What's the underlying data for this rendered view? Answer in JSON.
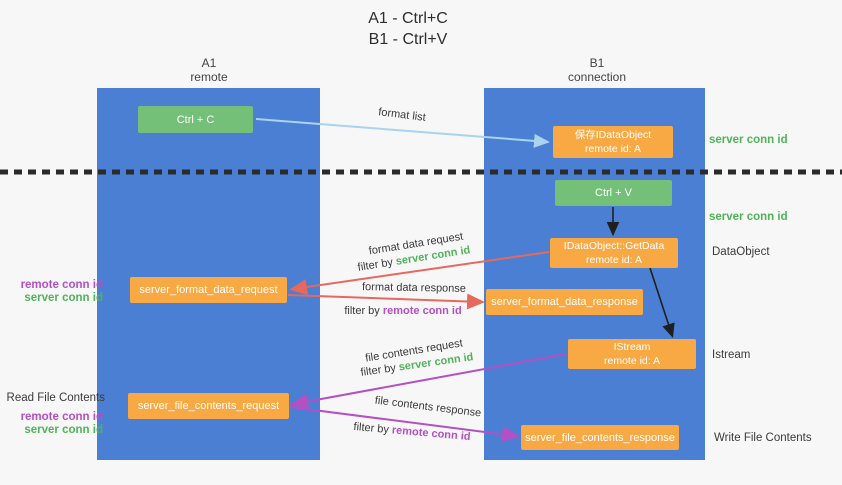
{
  "title": {
    "line1": "A1 - Ctrl+C",
    "line2": "B1 - Ctrl+V"
  },
  "columns": {
    "a1": {
      "name": "A1",
      "subtitle": "remote"
    },
    "b1": {
      "name": "B1",
      "subtitle": "connection"
    }
  },
  "boxes": {
    "ctrl_c": "Ctrl + C",
    "ctrl_v": "Ctrl + V",
    "save_idataobject": {
      "line1": "保存IDataObject",
      "line2": "remote id: A"
    },
    "getdata": {
      "line1": "IDataObject::GetData",
      "line2": "remote id: A"
    },
    "istream": {
      "line1": "IStream",
      "line2": "remote id: A"
    },
    "format_request": "server_format_data_request",
    "format_response": "server_format_data_response",
    "file_request": "server_file_contents_request",
    "file_response": "server_file_contents_response"
  },
  "arrow_labels": {
    "format_list": "format list",
    "format_data_request": "format data request",
    "format_data_response": "format data response",
    "file_contents_request": "file contents request",
    "file_contents_response": "file contents response",
    "filter_by": "filter by ",
    "server_conn_id": "server conn id",
    "remote_conn_id": "remote conn id"
  },
  "side_labels": {
    "server_conn_id_top": "server conn id",
    "server_conn_id_mid": "server conn id",
    "dataobject": "DataObject",
    "istream": "Istream",
    "write_file_contents": "Write File Contents",
    "read_file_contents": "Read File Contents",
    "remote_conn_id": "remote conn id",
    "server_conn_id": "server conn id"
  },
  "colors": {
    "column_blue": "#4a7fd3",
    "box_green": "#74c078",
    "box_orange": "#f8a944",
    "arrow_red": "#e6695e",
    "arrow_purple": "#b44fc4",
    "arrow_lightblue": "#a9d3ee",
    "arrow_black": "#1f1f1f",
    "text_green": "#50b35a",
    "text_purple": "#b44fc4",
    "background": "#f7f7f7"
  }
}
